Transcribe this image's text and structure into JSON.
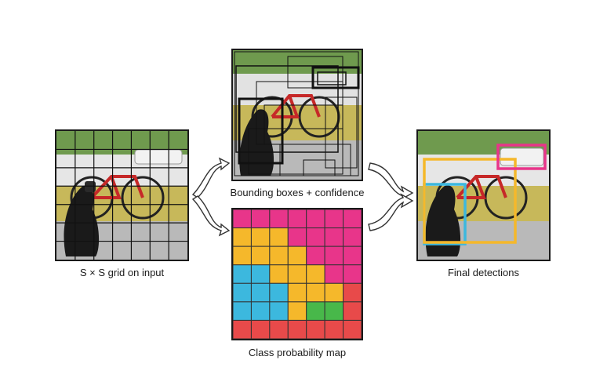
{
  "figure": {
    "panels": [
      {
        "id": "grid_input",
        "caption": "S × S grid on input",
        "grid_cells": 7
      },
      {
        "id": "bounding_boxes",
        "caption": "Bounding boxes + confidence"
      },
      {
        "id": "class_probability",
        "caption": "Class probability map",
        "grid_cells": 7
      },
      {
        "id": "final_detections",
        "caption": "Final detections"
      }
    ],
    "class_colors": {
      "dog": "#3cb8de",
      "bicycle": "#f5b82b",
      "car": "#e8358a",
      "dining_table": "#e84a4a",
      "other": "#48b84a"
    },
    "class_map_rows": [
      [
        "car",
        "car",
        "car",
        "car",
        "car",
        "car",
        "car"
      ],
      [
        "bicycle",
        "bicycle",
        "bicycle",
        "car",
        "car",
        "car",
        "car"
      ],
      [
        "bicycle",
        "bicycle",
        "bicycle",
        "bicycle",
        "car",
        "car",
        "car"
      ],
      [
        "dog",
        "dog",
        "bicycle",
        "bicycle",
        "bicycle",
        "car",
        "car"
      ],
      [
        "dog",
        "dog",
        "dog",
        "bicycle",
        "bicycle",
        "bicycle",
        "dining_table"
      ],
      [
        "dog",
        "dog",
        "dog",
        "bicycle",
        "other",
        "other",
        "dining_table"
      ],
      [
        "dining_table",
        "dining_table",
        "dining_table",
        "dining_table",
        "dining_table",
        "dining_table",
        "dining_table"
      ]
    ],
    "final_boxes": [
      {
        "class": "dog"
      },
      {
        "class": "bicycle"
      },
      {
        "class": "car"
      }
    ]
  }
}
